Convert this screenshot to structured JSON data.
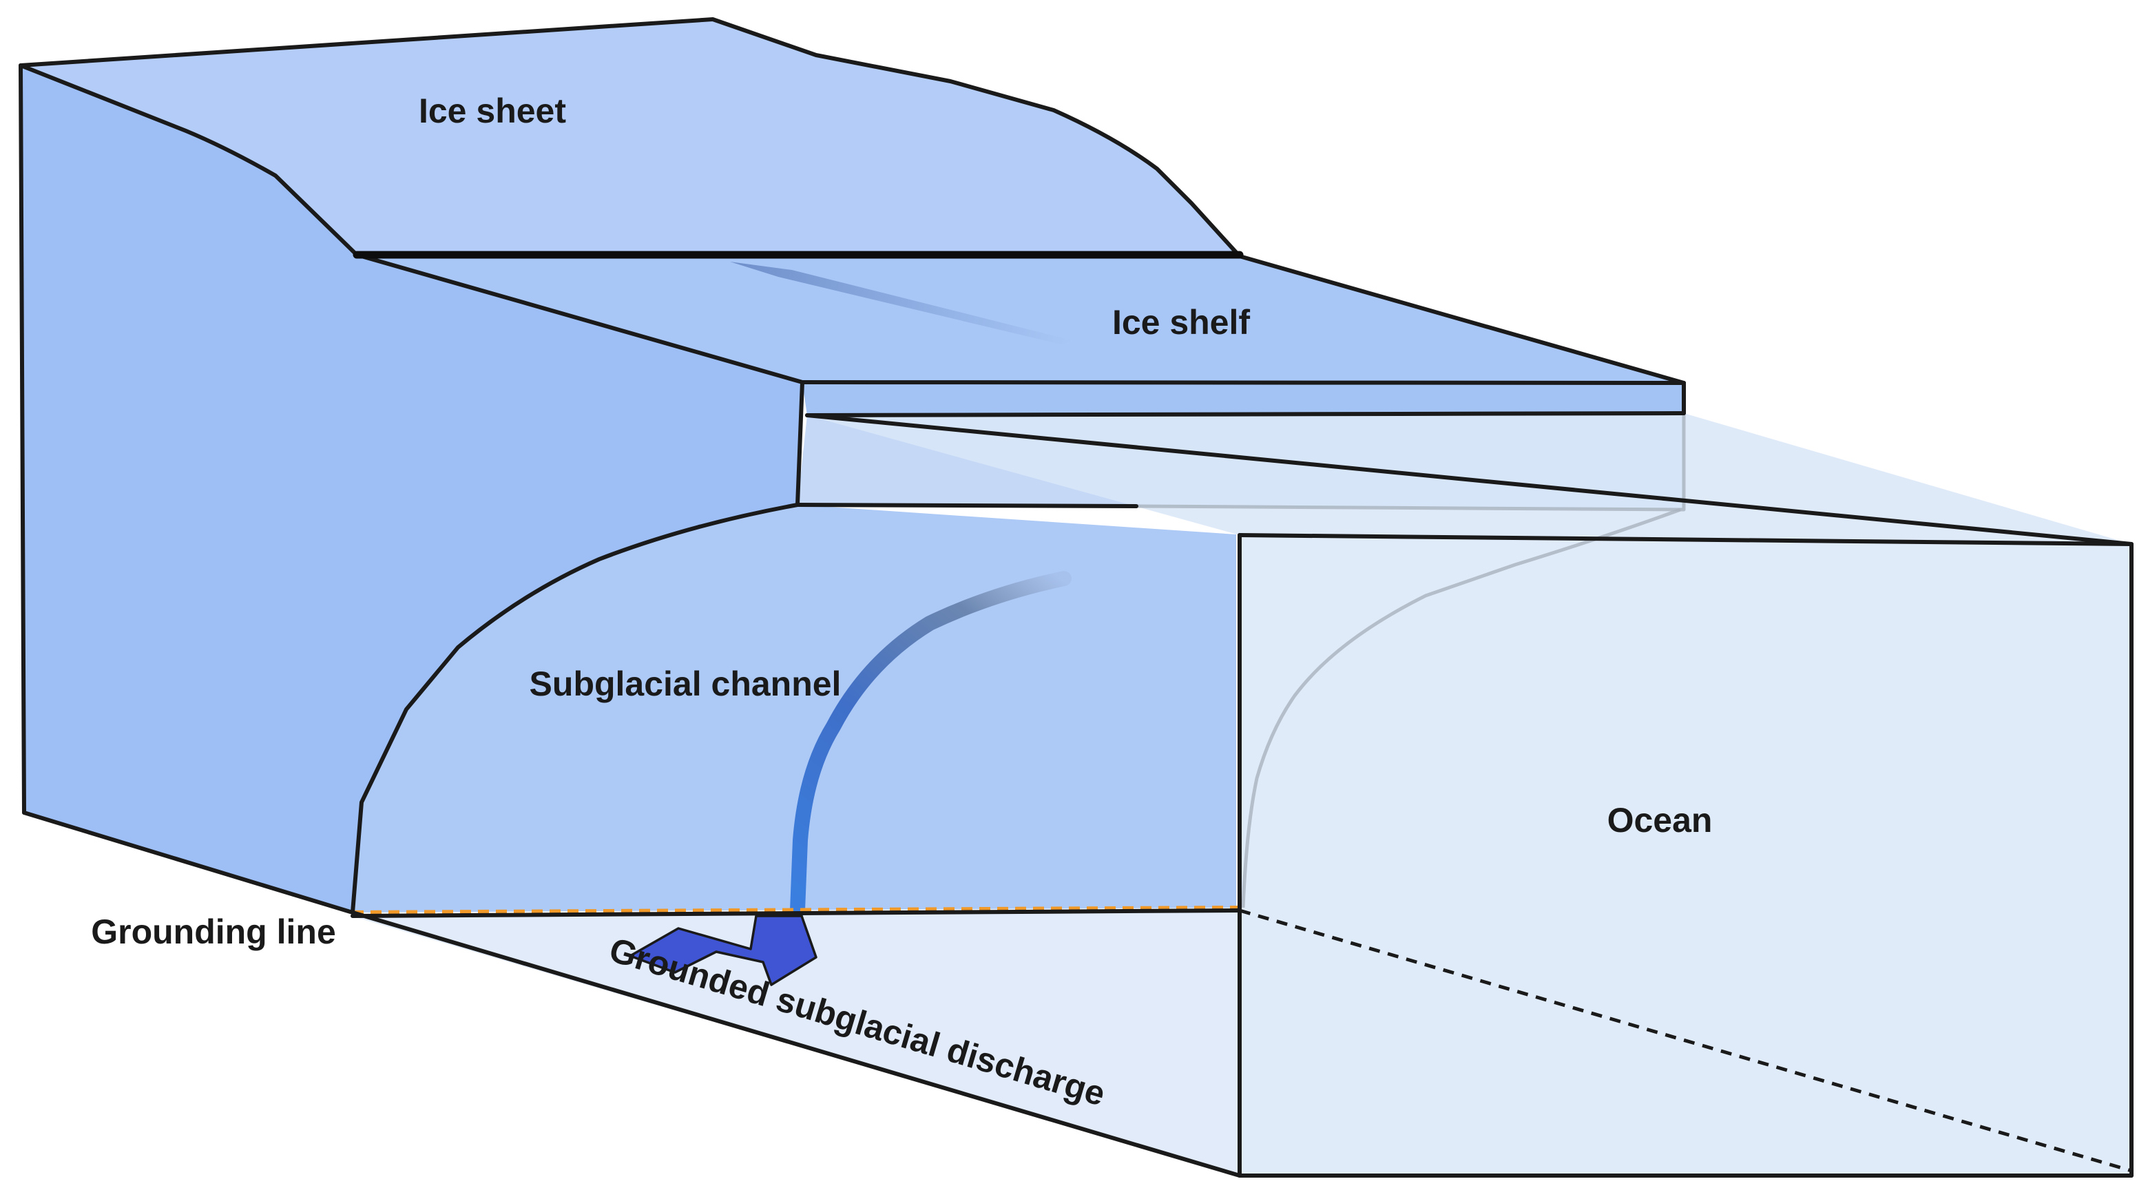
{
  "labels": {
    "ice_sheet": "Ice sheet",
    "ice_shelf": "Ice shelf",
    "subglacial_channel": "Subglacial channel",
    "ocean": "Ocean",
    "grounding_line": "Grounding line",
    "grounded_discharge": "Grounded subglacial discharge"
  },
  "colors": {
    "ice_top": "#b3cdf8",
    "ice_front": "#9dbff5",
    "ice_shelf_top": "#a9c7f6",
    "channel_face": "#adc9f6",
    "ocean_face": "#dfeaf9",
    "ocean_side": "#e4edfa",
    "discharge_arrow": "#4055d4",
    "plume": "#3a7fe0",
    "grounding_line_dash": "#f19a2a",
    "outline": "#1a1a1a"
  },
  "icons": {
    "discharge_arrow": "bent-arrow-up-icon",
    "plume": "meltwater-plume-icon"
  }
}
